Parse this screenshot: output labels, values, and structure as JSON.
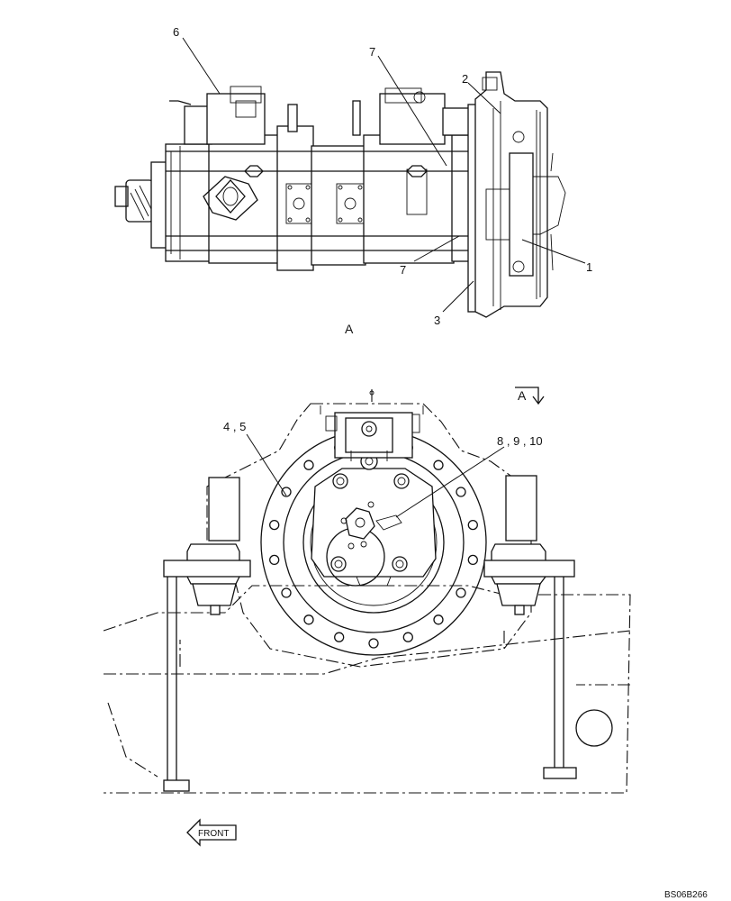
{
  "callouts": {
    "c1": "1",
    "c2": "2",
    "c3": "3",
    "c45": "4 , 5",
    "c6": "6",
    "c7a": "7",
    "c7b": "7",
    "c8910": "8 , 9 , 10"
  },
  "view_label": "A",
  "section_marker": "A",
  "front_label": "FRONT",
  "doc_code": "BS06B266"
}
